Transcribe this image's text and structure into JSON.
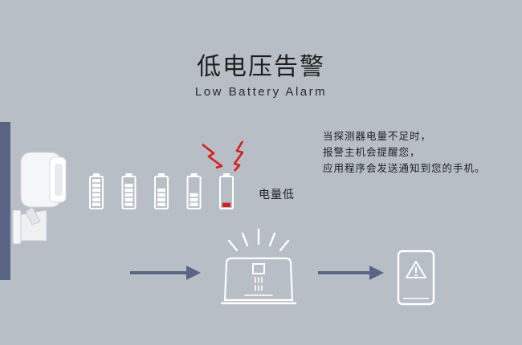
{
  "title": {
    "chinese": "低电压告警",
    "english": "Low Battery Alarm"
  },
  "description": {
    "lines": [
      "当探测器电量不足时，",
      "报警主机会提醒您，",
      "应用程序会发送通知到您的手机。"
    ]
  },
  "battery": {
    "low_label": "电量低",
    "levels": [
      6,
      5,
      4,
      3,
      1
    ],
    "max_bars": 6
  },
  "icons": {
    "sensor": "motion-sensor-icon",
    "battery": "battery-icon",
    "lightning": "lightning-icon",
    "arrow": "arrow-right-icon",
    "hub": "alarm-hub-icon",
    "phone": "phone-warning-icon"
  },
  "colors": {
    "background": "#b8bec6",
    "accent_blue": "#5a6585",
    "alert_red": "#d62020",
    "white": "#ffffff"
  }
}
